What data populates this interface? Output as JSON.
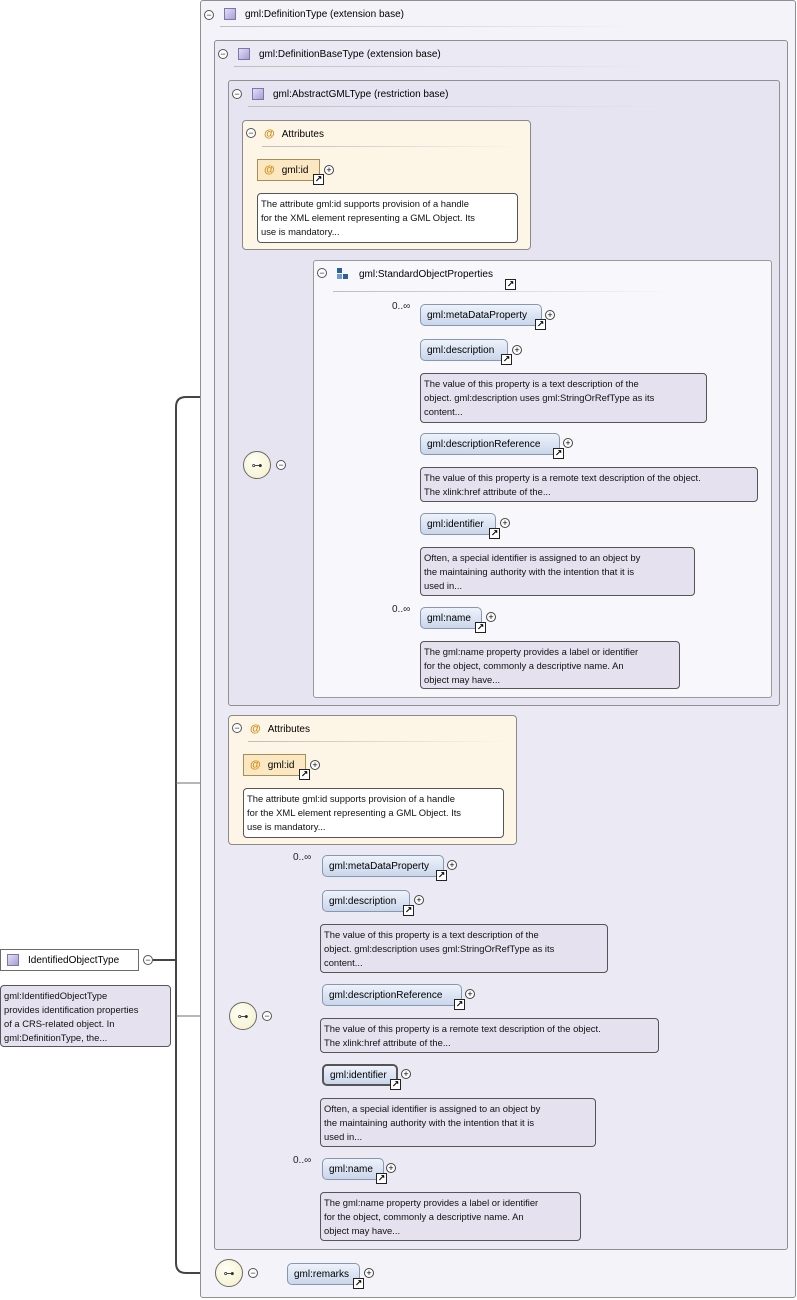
{
  "definition_type": {
    "title": "gml:DefinitionType (extension base)",
    "toggle": "−"
  },
  "definition_base_type": {
    "title": "gml:DefinitionBaseType (extension base)",
    "toggle": "−"
  },
  "abstract_gml_type": {
    "title": "gml:AbstractGMLType (restriction base)",
    "toggle": "−"
  },
  "attributes_inner": {
    "title": "Attributes",
    "toggle": "−",
    "at_symbol": "@",
    "attr_name": "gml:id",
    "doc_lines": [
      "The attribute gml:id supports provision of a handle",
      "for the XML element representing a GML Object. Its",
      "use is mandatory..."
    ]
  },
  "standard_object_properties": {
    "title": "gml:StandardObjectProperties",
    "toggle": "−",
    "items": [
      {
        "name": "gml:metaDataProperty",
        "mult": "0..∞",
        "doc_lines": []
      },
      {
        "name": "gml:description",
        "mult": "",
        "doc_lines": [
          "The value of this property is a text description of the",
          "object. gml:description uses gml:StringOrRefType as its",
          "content..."
        ]
      },
      {
        "name": "gml:descriptionReference",
        "mult": "",
        "doc_lines": [
          "The value of this property is a remote text description of the object.",
          "The xlink:href attribute of the..."
        ]
      },
      {
        "name": "gml:identifier",
        "mult": "",
        "doc_lines": [
          "Often, a special identifier is assigned to an object by",
          "the maintaining authority with the intention that it is",
          "used in..."
        ]
      },
      {
        "name": "gml:name",
        "mult": "0..∞",
        "doc_lines": [
          "The gml:name property provides a label or identifier",
          "for the object, commonly a descriptive name. An",
          "object may have..."
        ]
      }
    ]
  },
  "attributes_outer": {
    "title": "Attributes",
    "toggle": "−",
    "at_symbol": "@",
    "attr_name": "gml:id",
    "doc_lines": [
      "The attribute gml:id supports provision of a handle",
      "for the XML element representing a GML Object. Its",
      "use is mandatory..."
    ]
  },
  "outer_sequence": {
    "items": [
      {
        "name": "gml:metaDataProperty",
        "mult": "0..∞",
        "doc_lines": []
      },
      {
        "name": "gml:description",
        "mult": "",
        "doc_lines": [
          "The value of this property is a text description of the",
          "object. gml:description uses gml:StringOrRefType as its",
          "content..."
        ]
      },
      {
        "name": "gml:descriptionReference",
        "mult": "",
        "doc_lines": [
          "The value of this property is a remote text description of the object.",
          "The xlink:href attribute of the..."
        ]
      },
      {
        "name": "gml:identifier",
        "mult": "",
        "doc_lines": [
          "Often, a special identifier is assigned to an object by",
          "the maintaining authority with the intention that it is",
          "used in..."
        ]
      },
      {
        "name": "gml:name",
        "mult": "0..∞",
        "doc_lines": [
          "The gml:name property provides a label or identifier",
          "for the object, commonly a descriptive name. An",
          "object may have..."
        ]
      }
    ]
  },
  "remarks": {
    "name": "gml:remarks"
  },
  "root": {
    "name": "IdentifiedObjectType",
    "toggle": "−",
    "doc_lines": [
      "gml:IdentifiedObjectType",
      "provides identification properties",
      "of a CRS-related object. In",
      "gml:DefinitionType, the..."
    ]
  },
  "symbols": {
    "plus": "+",
    "link": "↗",
    "minus": "−",
    "sequence": "⊶"
  }
}
